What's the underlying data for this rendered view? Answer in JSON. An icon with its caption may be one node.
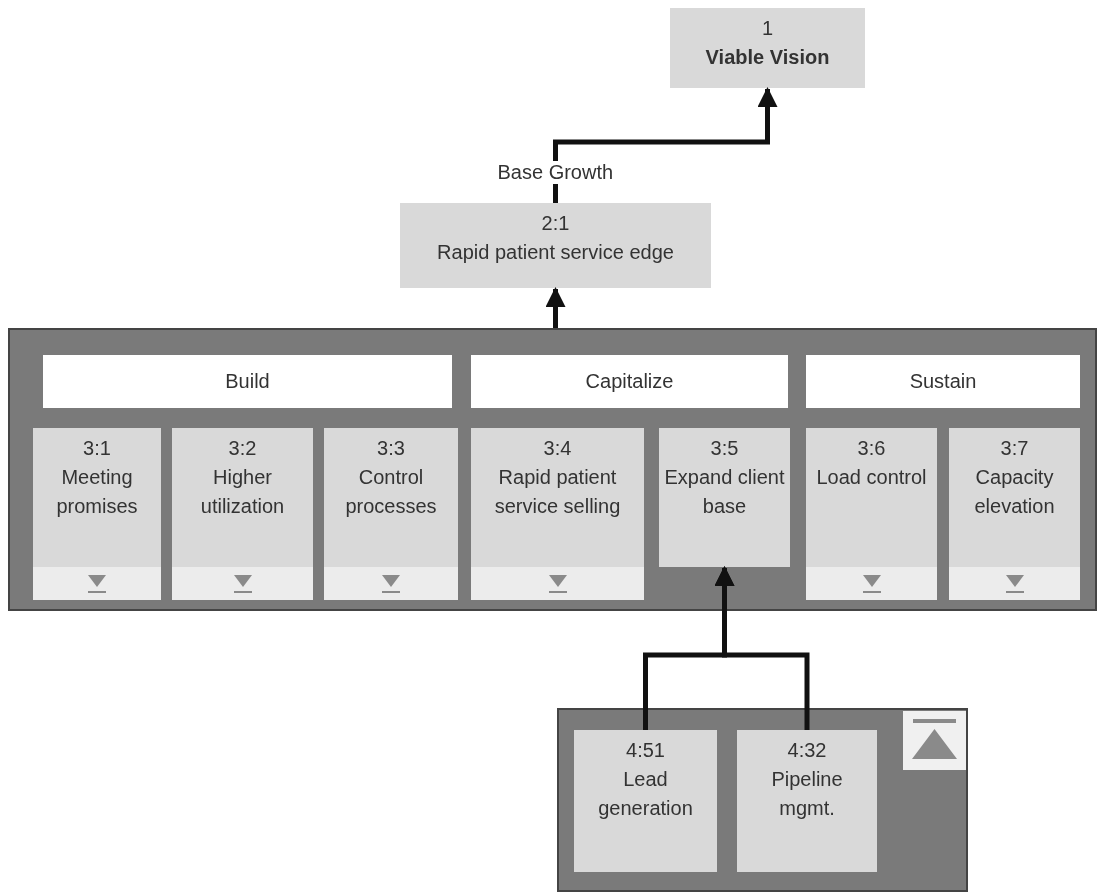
{
  "diagram": {
    "nodes": [
      {
        "text": [
          "1",
          "Viable Vision"
        ]
      },
      {
        "text": [
          "2:1",
          "Rapid patient service edge"
        ]
      },
      {
        "text": [],
        "shape": "box"
      },
      {
        "text": [
          "Build"
        ],
        "in": 2
      },
      {
        "text": [
          "Capitalize"
        ],
        "in": 2
      },
      {
        "text": [
          "Sustain"
        ],
        "in": 2
      },
      {
        "text": [
          "3:1",
          "Meeting promises"
        ],
        "in": 2
      },
      {
        "text": [
          "3:2",
          "Higher utilization"
        ],
        "in": 2
      },
      {
        "text": [
          "3:3",
          "Control processes"
        ],
        "in": 2
      },
      {
        "text": [
          "3:4",
          "Rapid patient service selling"
        ],
        "in": 2
      },
      {
        "text": [
          "3:5",
          "Expand client base"
        ],
        "in": 2
      },
      {
        "text": [
          "3:6",
          "Load control"
        ],
        "in": 2
      },
      {
        "text": [
          "3:7",
          "Capacity elevation"
        ],
        "in": 2
      },
      {
        "text": [],
        "shape": "box"
      },
      {
        "text": [
          "4:51",
          "Lead generation"
        ],
        "in": 13
      },
      {
        "text": [
          "4:32",
          "Pipeline mgmt."
        ],
        "in": 13
      }
    ],
    "edges": [
      {
        "from": 1,
        "to": 0,
        "arrow": "to",
        "label": "Base Growth"
      },
      {
        "from": 2,
        "to": 1,
        "arrow": "to"
      },
      {
        "from": 14,
        "to": 10,
        "arrow": "to"
      },
      {
        "from": 15,
        "to": 10,
        "arrow": "to"
      }
    ]
  }
}
